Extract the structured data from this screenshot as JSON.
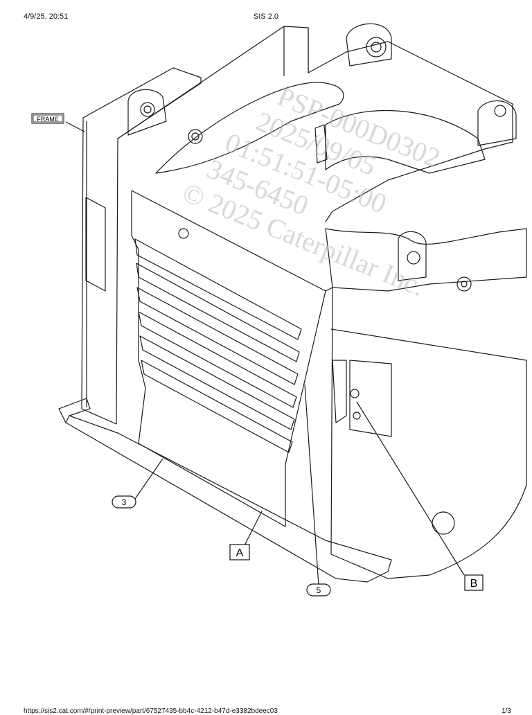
{
  "header": {
    "datetime": "4/9/25, 20:51",
    "app_title": "SIS 2.0"
  },
  "watermark": {
    "lines": [
      "PSP-000D0302",
      "2025/09/05",
      "01:51:51-05:00",
      "345-6450",
      "© 2025 Caterpillar Inc."
    ]
  },
  "callouts": {
    "frame": "FRAME",
    "item_3": "3",
    "item_5": "5",
    "view_a": "A",
    "view_b": "B"
  },
  "footer": {
    "url": "https://sis2.cat.com/#/print-preview/part/67527435-bb4c-4212-b47d-e3382bdeec03",
    "page": "1/3"
  }
}
